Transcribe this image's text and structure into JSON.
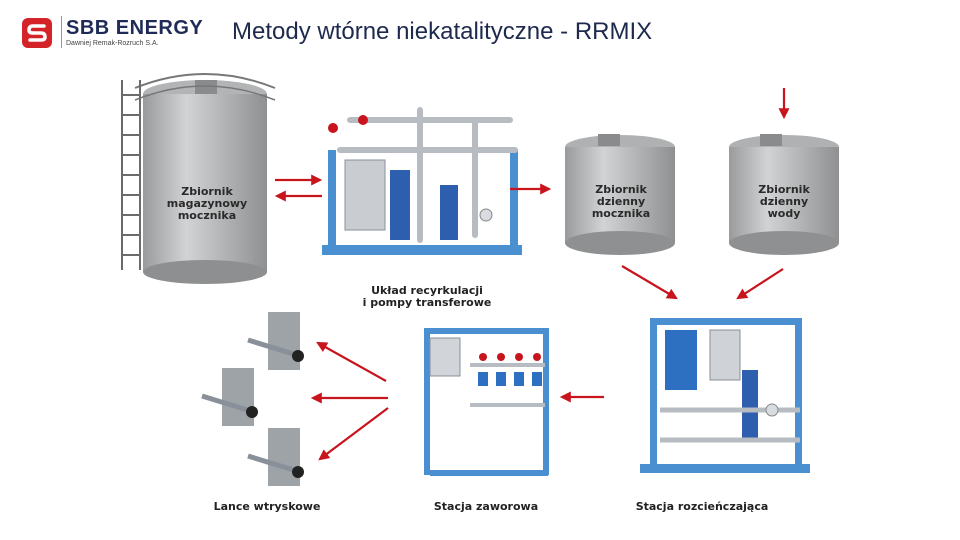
{
  "header": {
    "logo_text": "SBB ENERGY",
    "logo_subtitle": "Dawniej Remak-Rozruch S.A.",
    "title": "Metody wtórne niekatalityczne - RRMIX"
  },
  "labels": {
    "storage_tank": [
      "Zbiornik",
      "magazynowy",
      "mocznika"
    ],
    "recirculation": [
      "Układ recyrkulacji",
      "i pompy transferowe"
    ],
    "daily_urea_tank": [
      "Zbiornik",
      "dzienny",
      "mocznika"
    ],
    "daily_water_tank": [
      "Zbiornik",
      "dzienny",
      "wody"
    ],
    "injection_lances": "Lance wtryskowe",
    "valve_station": "Stacja zaworowa",
    "dilution_station": "Stacja rozcieńczająca"
  },
  "colors": {
    "arrow": "#c8141c",
    "frame": "#4a8fd0",
    "tank": "#bfc0c1",
    "title": "#1d2a4d",
    "logo_red": "#d5232a"
  }
}
